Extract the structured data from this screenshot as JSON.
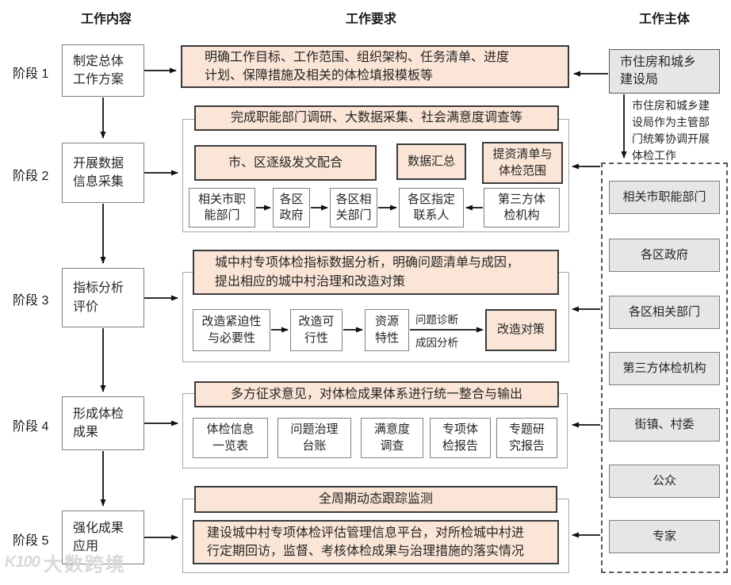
{
  "headers": {
    "content": "工作内容",
    "requirements": "工作要求",
    "subjects": "工作主体"
  },
  "phases": [
    {
      "label": "阶段 1",
      "content": "制定总体工作方案"
    },
    {
      "label": "阶段 2",
      "content": "开展数据信息采集"
    },
    {
      "label": "阶段 3",
      "content": "指标分析评价"
    },
    {
      "label": "阶段 4",
      "content": "形成体检成果"
    },
    {
      "label": "阶段 5",
      "content": "强化成果应用"
    }
  ],
  "phase1": {
    "requirement": "明确工作目标、工作范围、组织架构、任务清单、进度计划、保障措施及相关的体检填报模板等"
  },
  "phase2": {
    "banner": "完成职能部门调研、大数据采集、社会满意度调查等",
    "coordination": "市、区逐级发文配合",
    "data_summary": "数据汇总",
    "list_scope": "提资清单与体检范围",
    "flow": [
      "相关市职能部门",
      "各区政府",
      "各区相关部门",
      "各区指定联系人",
      "第三方体检机构"
    ]
  },
  "phase3": {
    "banner": "城中村专项体检指标数据分析，明确问题清单与成因，提出相应的城中村治理和改造对策",
    "flow": [
      "改造紧迫性与必要性",
      "改造可行性",
      "资源特性"
    ],
    "arrow_label_top": "问题诊断",
    "arrow_label_bottom": "成因分析",
    "result": "改造对策"
  },
  "phase4": {
    "banner": "多方征求意见，对体检成果体系进行统一整合与输出",
    "outputs": [
      "体检信息一览表",
      "问题治理台账",
      "满意度调查",
      "专项体检报告",
      "专题研究报告"
    ]
  },
  "phase5": {
    "banner": "全周期动态跟踪监测",
    "detail": "建设城中村专项体检评估管理信息平台，对所检城中村进行定期回访，监督、考核体检成果与治理措施的落实情况"
  },
  "subjects": {
    "lead": "市住房和城乡建设局",
    "lead_note": "市住房和城乡建设局作为主管部门统筹协调开展体检工作",
    "participants": [
      "相关市职能部门",
      "各区政府",
      "各区相关部门",
      "第三方体检机构",
      "街镇、村委",
      "公众",
      "专家"
    ]
  },
  "colors": {
    "peach_fill": "#fbe5d6",
    "gray_fill": "#e7e6e6",
    "dark_border": "#3b3b3b",
    "gray_border": "#7f7f7f",
    "container_border": "#a6a6a6",
    "arrow": "#111111"
  },
  "watermark": {
    "logo": "K100",
    "text": "大数跨境"
  }
}
